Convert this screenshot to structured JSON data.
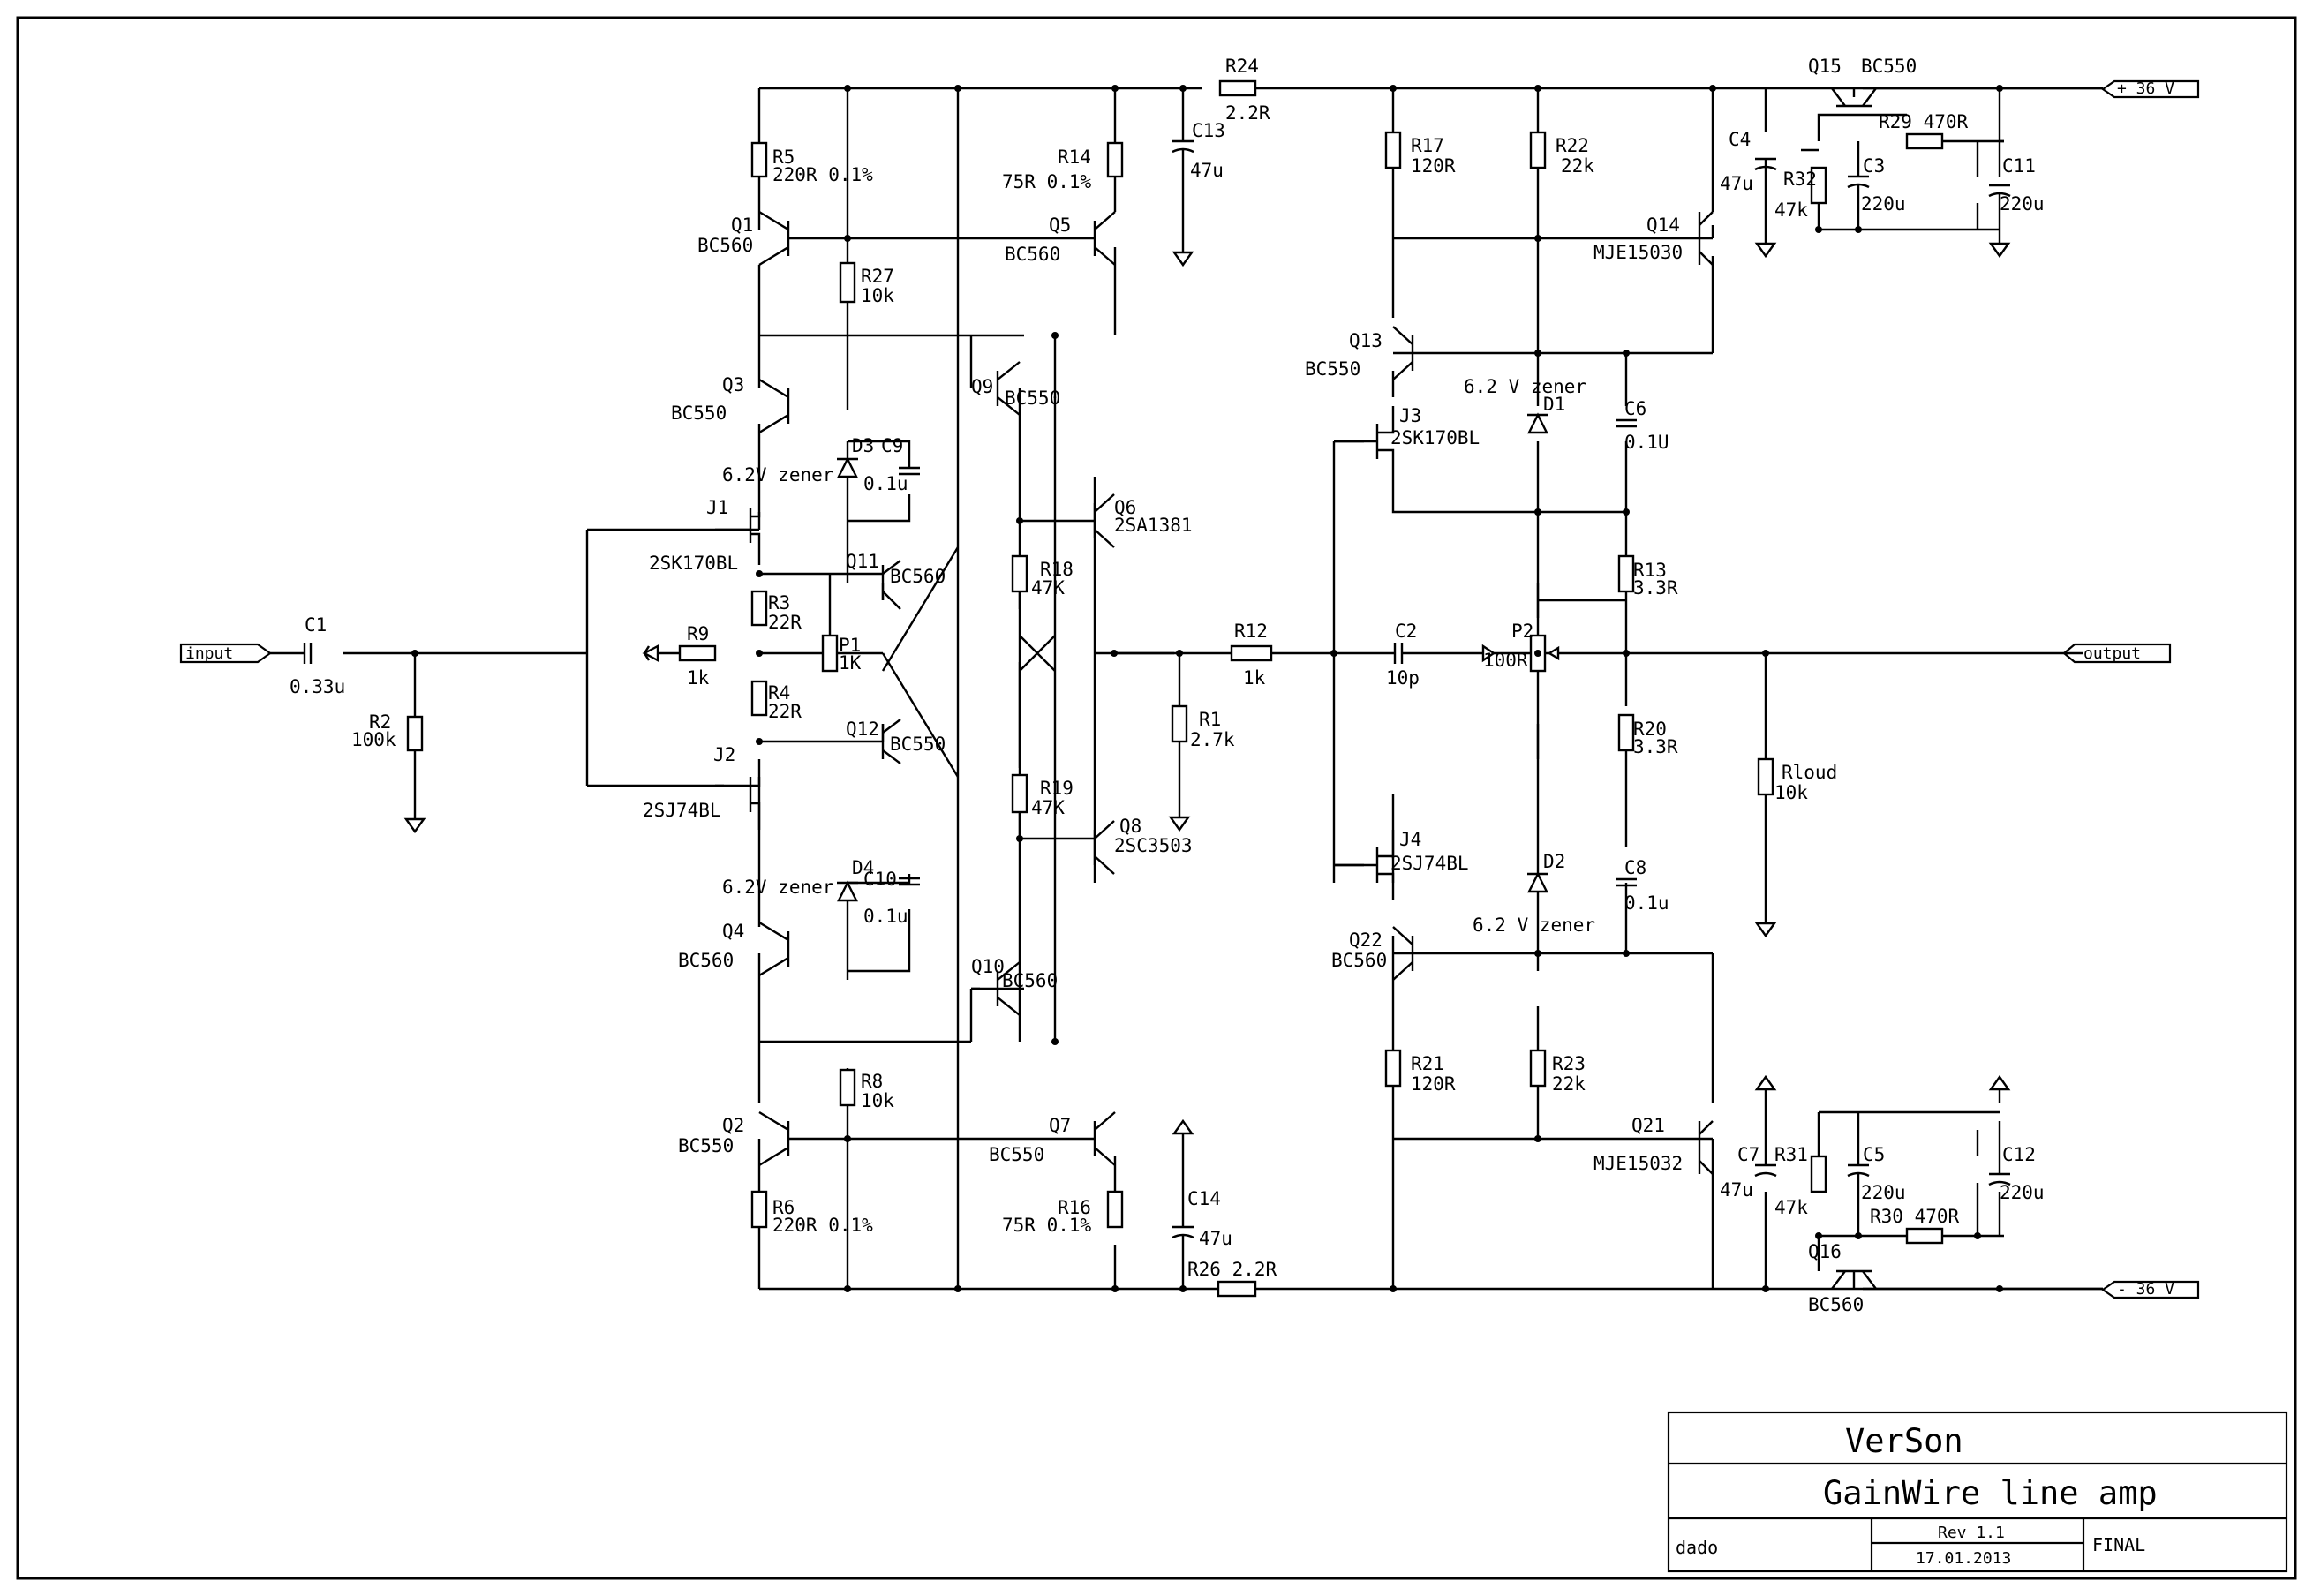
{
  "ports": {
    "input": "input",
    "output": "output",
    "vpos": "+ 36 V",
    "vneg": "- 36 V"
  },
  "labels": {
    "C1": "C1",
    "C1v": "0.33u",
    "R2": "R2",
    "R2v": "100k",
    "R9": "R9",
    "R9v": "1k",
    "P1": "P1",
    "P1v": "1K",
    "R3": "R3",
    "R3v": "22R",
    "R4": "R4",
    "R4v": "22R",
    "J1": "J1",
    "J1v": "2SK170BL",
    "J2": "J2",
    "J2v": "2SJ74BL",
    "Q1": "Q1",
    "Q1v": "BC560",
    "Q2": "Q2",
    "Q2v": "BC550",
    "Q3": "Q3",
    "Q3v": "BC550",
    "Q4": "Q4",
    "Q4v": "BC560",
    "R5": "R5",
    "R5v": "220R 0.1%",
    "R6": "R6",
    "R6v": "220R 0.1%",
    "R27": "R27",
    "R27v": "10k",
    "R8": "R8",
    "R8v": "10k",
    "D3": "D3",
    "D3v": "6.2V zener",
    "D4": "D4",
    "D4v": "6.2V zener",
    "C9": "C9",
    "C9v": "0.1u",
    "C10": "C10",
    "C10v": "0.1u",
    "Q11": "Q11",
    "Q11v": "BC560",
    "Q12": "Q12",
    "Q12v": "BC550",
    "Q5": "Q5",
    "Q5v": "BC560",
    "Q7": "Q7",
    "Q7v": "BC550",
    "R14": "R14",
    "R14v": "75R 0.1%",
    "R16": "R16",
    "R16v": "75R 0.1%",
    "R24": "R24",
    "R24v": "2.2R",
    "R26": "R26 2.2R",
    "C13": "C13",
    "C13v": "47u",
    "C14": "C14",
    "C14v": "47u",
    "Q9": "Q9",
    "Q9v": "BC550",
    "Q10": "Q10",
    "Q10v": "BC560",
    "Q6": "Q6",
    "Q6v": "2SA1381",
    "Q8": "Q8",
    "Q8v": "2SC3503",
    "R18": "R18",
    "R18v": "47K",
    "R19": "R19",
    "R19v": "47K",
    "R12": "R12",
    "R12v": "1k",
    "R1": "R1",
    "R1v": "2.7k",
    "C2": "C2",
    "C2v": "10p",
    "P2": "P2",
    "P2v": "100R",
    "R17": "R17",
    "R17v": "120R",
    "R22": "R22",
    "R22v": "22k",
    "Q13": "Q13",
    "Q13v": "BC550",
    "J3": "J3",
    "J3v": "2SK170BL",
    "D1": "D1",
    "D1v": "6.2 V zener",
    "C6": "C6",
    "C6v": "0.1U",
    "R13": "R13",
    "R13v": "3.3R",
    "R20": "R20",
    "R20v": "3.3R",
    "J4": "J4",
    "J4v": "2SJ74BL",
    "D2": "D2",
    "D2v": "6.2 V zener",
    "C8": "C8",
    "C8v": "0.1u",
    "Q22": "Q22",
    "Q22v": "BC560",
    "R21": "R21",
    "R21v": "120R",
    "R23": "R23",
    "R23v": "22k",
    "Q14": "Q14",
    "Q14v": "MJE15030",
    "Q21": "Q21",
    "Q21v": "MJE15032",
    "Rload": "Rloud",
    "Rloadv": "10k",
    "Q15": "Q15",
    "Q15v": "BC550",
    "R29": "R29 470R",
    "R32": "R32",
    "R32v": "47k",
    "C4": "C4",
    "C4v": "47u",
    "C3": "C3",
    "C3v": "220u",
    "C11": "C11",
    "C11v": "220u",
    "Q16": "Q16",
    "Q16v": "BC560",
    "R30": "R30 470R",
    "R31": "R31",
    "R31v": "47k",
    "C7": "C7",
    "C7v": "47u",
    "C5": "C5",
    "C5v": "220u",
    "C12": "C12",
    "C12v": "220u"
  },
  "title_block": {
    "company": "VerSon",
    "title": "GainWire line amp",
    "author": "dado",
    "revision": "Rev 1.1",
    "date": "17.01.2013",
    "status": "FINAL"
  }
}
